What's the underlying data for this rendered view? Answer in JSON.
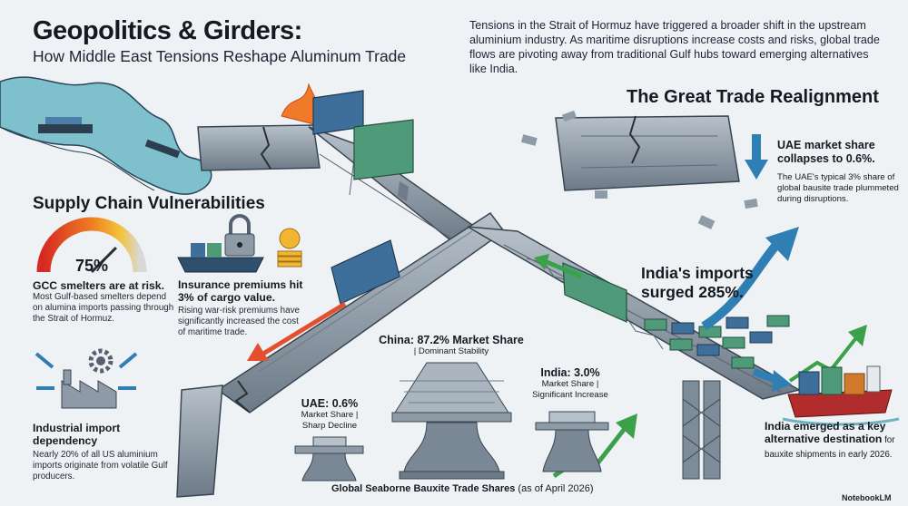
{
  "header": {
    "title": "Geopolitics & Girders:",
    "subtitle": "How Middle East Tensions Reshape Aluminum Trade",
    "intro": "Tensions in the Strait of Hormuz have triggered a broader shift in the upstream aluminium industry. As maritime disruptions increase costs and risks, global trade flows are pivoting away from traditional Gulf hubs toward emerging alternatives like India."
  },
  "realignment": {
    "heading": "The Great Trade Realignment",
    "uae": {
      "title": "UAE market share collapses to 0.6%.",
      "body": "The UAE's typical 3% share of global bausite trade plummeted during disruptions."
    },
    "india_imports": "India's imports surged 285%.",
    "india_destination": {
      "title": "India emerged as a key alternative destination",
      "rest": " for bauxite shipments in early 2026."
    }
  },
  "supply_chain": {
    "heading": "Supply Chain Vulnerabilities",
    "gauge": {
      "value": "75%",
      "level": 0.75
    },
    "gcc": {
      "title": "GCC smelters are at risk.",
      "body": "Most Gulf-based smelters depend on alumina imports passing through the Strait of Hormuz."
    },
    "insurance": {
      "title": "Insurance premiums hit 3% of cargo value.",
      "body": "Rising war-risk premiums have significantly increased the cost of maritime trade."
    },
    "industrial": {
      "title": "Industrial import dependency",
      "body": "Nearly 20% of all US aluminium imports originate from volatile Gulf producers."
    }
  },
  "shares": {
    "china": {
      "label": "China: 87.2% Market Share",
      "sub": "| Dominant Stability"
    },
    "india": {
      "label": "India: 3.0%",
      "sub1": "Market Share |",
      "sub2": "Significant Increase"
    },
    "uae": {
      "label": "UAE: 0.6%",
      "sub1": "Market Share |",
      "sub2": "Sharp Decline"
    }
  },
  "caption": {
    "title": "Global Seaborne Bauxite Trade Shares",
    "rest": " (as of April 2026)"
  },
  "brand": "NotebookLM",
  "colors": {
    "steel": "#8d9aa6",
    "steel_dark": "#5b6876",
    "container_blue": "#3d6f9a",
    "container_green": "#4f9a78",
    "arrow_blue": "#2f7fb5",
    "arrow_green": "#3aa04a",
    "danger_red": "#d4352b",
    "water": "#6fb3c2"
  }
}
